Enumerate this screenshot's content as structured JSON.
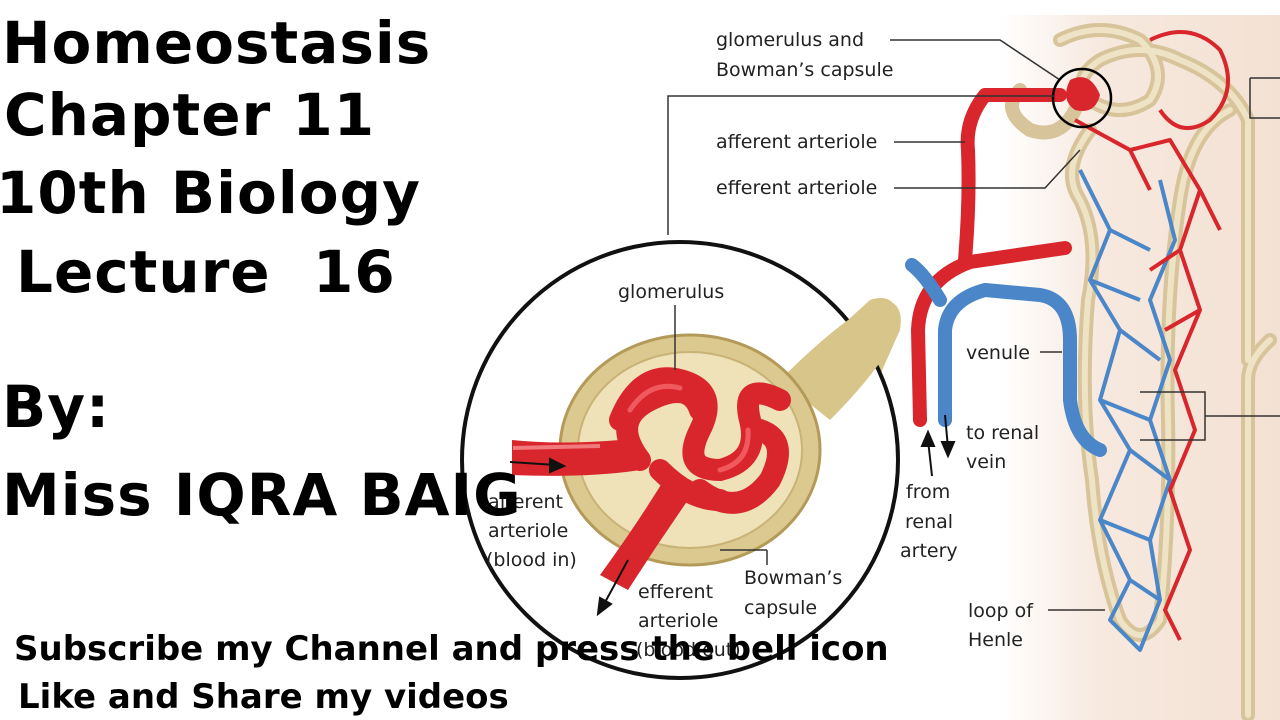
{
  "title": {
    "line1": "Homeostasis",
    "line2": "Chapter 11",
    "line3": "10th Biology",
    "line4": "Lecture  16",
    "by": "By:",
    "author": "Miss IQRA BAIG"
  },
  "footer": {
    "line1": "Subscribe my Channel and press the bell icon",
    "line2": "Like and Share my videos"
  },
  "labels": {
    "glomerulus_bowman": "glomerulus and",
    "glomerulus_bowman2": "Bowman’s capsule",
    "afferent_arteriole": "afferent arteriole",
    "efferent_arteriole": "efferent arteriole",
    "glomerulus": "glomerulus",
    "venule": "venule",
    "to_renal_vein_1": "to renal",
    "to_renal_vein_2": "vein",
    "from_renal_artery_1": "from",
    "from_renal_artery_2": "renal",
    "from_renal_artery_3": "artery",
    "afferent_in_1": "afferent",
    "afferent_in_2": "arteriole",
    "afferent_in_3": "(blood in)",
    "efferent_out_1": "efferent",
    "efferent_out_2": "arteriole",
    "efferent_out_3": "(blood out)",
    "bowmans_1": "Bowman’s",
    "bowmans_2": "capsule",
    "loop_henle_1": "loop of",
    "loop_henle_2": "Henle"
  },
  "colors": {
    "artery": "#d9262c",
    "vein": "#4a86c8",
    "tubule": "#e2d2ad",
    "capsule": "#d8c58a",
    "background_tint": "#f6e7dc"
  }
}
